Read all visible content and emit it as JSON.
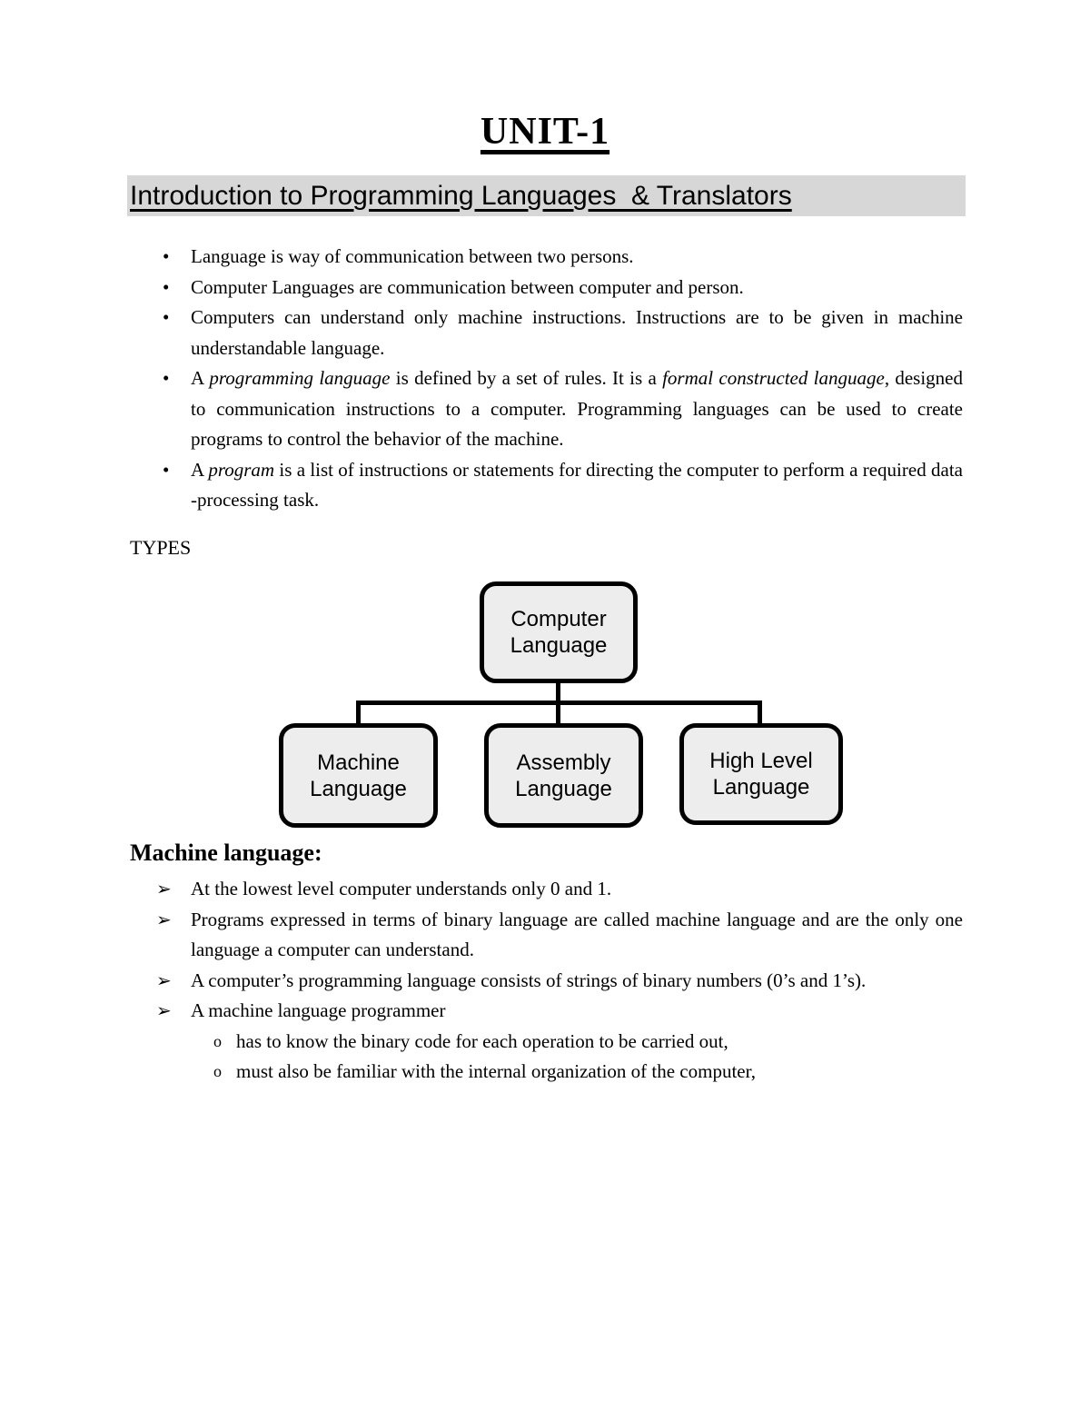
{
  "markers": {
    "disc": "•",
    "arrow": "➢",
    "circle": "o"
  },
  "colors": {
    "section_bar_bg": "#d7d7d7",
    "node_fill": "#ededed",
    "text": "#000000",
    "connector": "#000000"
  },
  "doc": {
    "title": "UNIT-1",
    "section_heading": "Introduction to Programming Languages  & Translators",
    "intro_bullets": [
      "Language is way of communication between two persons.",
      "Computer Languages are communication between computer and person.",
      "Computers can understand only machine instructions. Instructions are to be given in machine understandable language.",
      [
        {
          "t": "A "
        },
        {
          "t": "programming language",
          "i": true
        },
        {
          "t": " is defined by a set of rules. It is a "
        },
        {
          "t": "formal constructed language",
          "i": true
        },
        {
          "t": ", designed to communication instructions to a computer.  Programming languages can be used to create programs to control the behavior of the machine."
        }
      ],
      [
        {
          "t": "A "
        },
        {
          "t": "program",
          "i": true
        },
        {
          "t": " is a list of instructions or statements for directing the computer to perform a required data -processing task."
        }
      ]
    ],
    "types_label": "TYPES",
    "diagram": {
      "root": "Computer Language",
      "children": [
        "Machine Language",
        "Assembly Language",
        "High Level Language"
      ]
    },
    "machine": {
      "heading": "Machine language:",
      "bullets": [
        "At the lowest level computer understands only 0 and 1.",
        "Programs expressed in terms of binary language are called machine language and are the only one language a computer can understand.",
        "A computer’s programming language consists of strings of binary numbers (0’s and 1’s).",
        "A machine language programmer"
      ],
      "sub_bullets": [
        "has to know the binary code for each operation to be carried out,",
        "must also be familiar with the internal organization of the computer,"
      ]
    }
  }
}
